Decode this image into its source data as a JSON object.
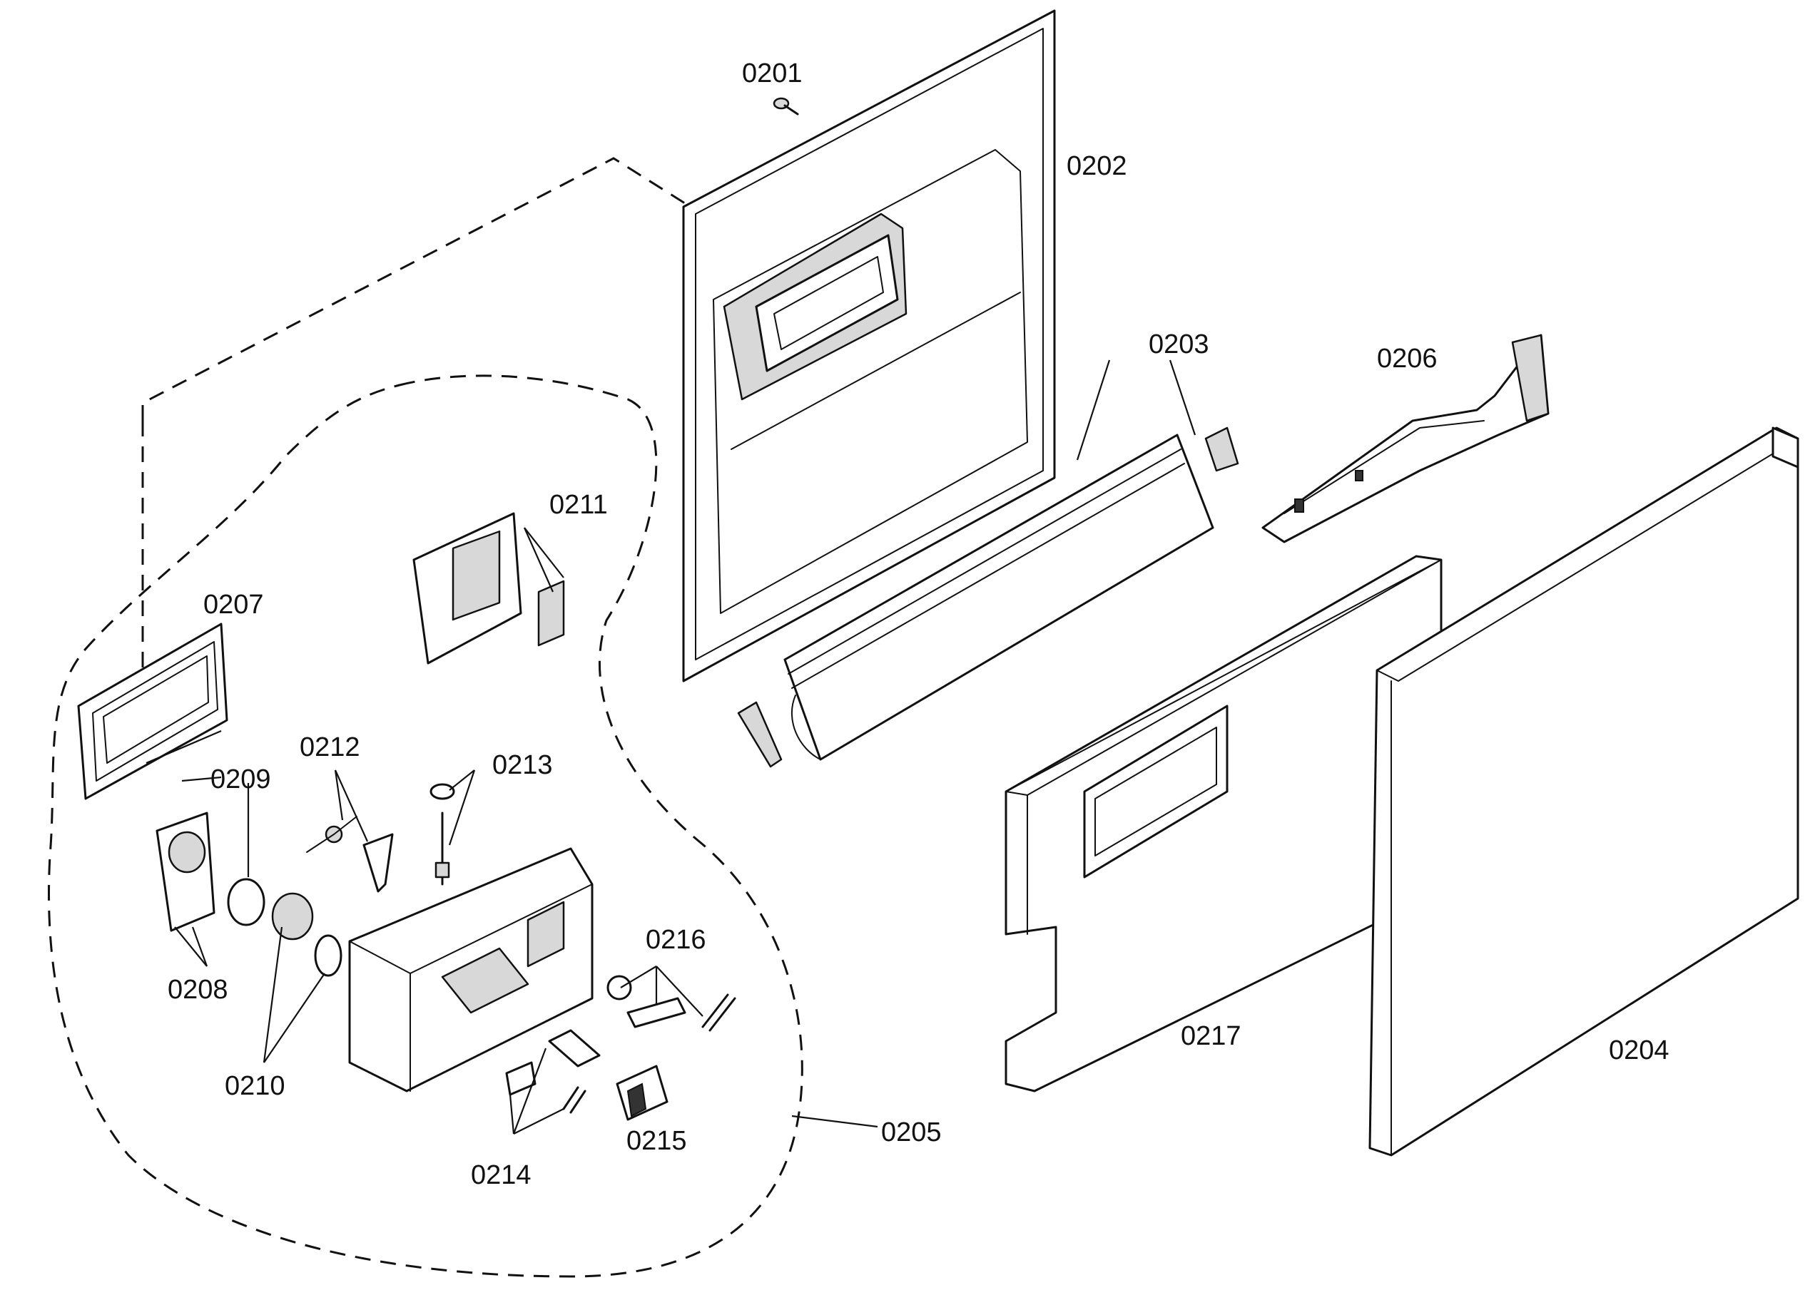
{
  "labels": {
    "p0201": "0201",
    "p0202": "0202",
    "p0203": "0203",
    "p0204": "0204",
    "p0205": "0205",
    "p0206": "0206",
    "p0207": "0207",
    "p0208": "0208",
    "p0209": "0209",
    "p0210": "0210",
    "p0211": "0211",
    "p0212": "0212",
    "p0213": "0213",
    "p0214": "0214",
    "p0215": "0215",
    "p0216": "0216",
    "p0217": "0217"
  }
}
